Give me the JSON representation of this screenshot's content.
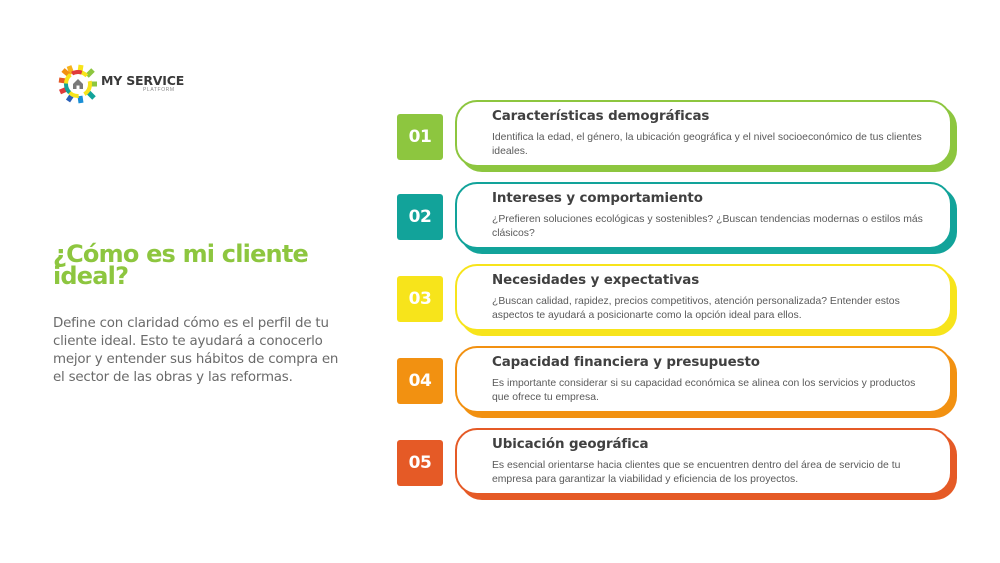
{
  "logo": {
    "name": "MY SERVICE",
    "subtitle": "PLATFORM",
    "icon": "gear-house-icon"
  },
  "intro": {
    "title": "¿Cómo es mi cliente ideal?",
    "description": "Define con claridad cómo es el perfil de tu cliente ideal. Esto te ayudará a conocerlo mejor y entender sus hábitos de compra en el sector de las obras y las reformas."
  },
  "colors": {
    "title_green": "#8dc63f",
    "body_gray": "#6a6a6a"
  },
  "items": [
    {
      "number": "01",
      "title": "Características demográficas",
      "description": "Identifica la edad, el género, la ubicación geográfica y el nivel socioeconómico de tus clientes ideales.",
      "color": "#8dc63f"
    },
    {
      "number": "02",
      "title": "Intereses y comportamiento",
      "description": "¿Prefieren soluciones ecológicas y sostenibles? ¿Buscan tendencias modernas o estilos más clásicos?",
      "color": "#12a39a"
    },
    {
      "number": "03",
      "title": "Necesidades y expectativas",
      "description": " ¿Buscan calidad, rapidez, precios competitivos, atención personalizada? Entender estos aspectos te ayudará a posicionarte como la opción ideal para ellos.",
      "color": "#f7e41b"
    },
    {
      "number": "04",
      "title": "Capacidad financiera y presupuesto",
      "description": "Es importante considerar si su capacidad económica se alinea con los servicios y productos que ofrece tu empresa.",
      "color": "#f29111"
    },
    {
      "number": "05",
      "title": "Ubicación geográfica",
      "description": "Es esencial orientarse hacia clientes que se encuentren dentro del área de servicio de tu empresa para garantizar la viabilidad y eficiencia de los proyectos.",
      "color": "#e55a26"
    }
  ]
}
